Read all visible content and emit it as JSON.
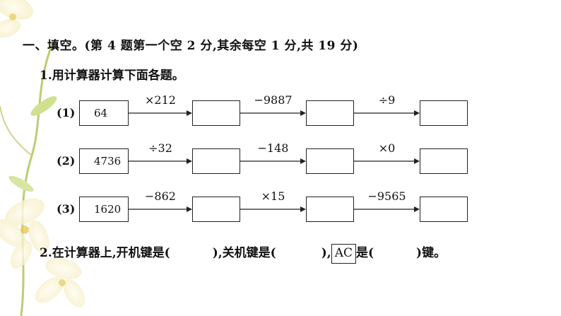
{
  "section": {
    "heading": "一、填空。(第 4 题第一个空 2 分,其余每空 1 分,共 19 分)"
  },
  "q1": {
    "title": "1.用计算器计算下面各题。",
    "rows": [
      {
        "label": "(1)",
        "start": "64",
        "ops": [
          "×212",
          "−9887",
          "÷9"
        ]
      },
      {
        "label": "(2)",
        "start": "4736",
        "ops": [
          "÷32",
          "−148",
          "×0"
        ]
      },
      {
        "label": "(3)",
        "start": "1620",
        "ops": [
          "−862",
          "×15",
          "−9565"
        ]
      }
    ]
  },
  "q2": {
    "prefix": "2.在计算器上,开机键是(",
    "mid1": "),关机键是(",
    "mid2": "),",
    "key": "AC",
    "mid3": "是(",
    "suffix": ")键。"
  }
}
